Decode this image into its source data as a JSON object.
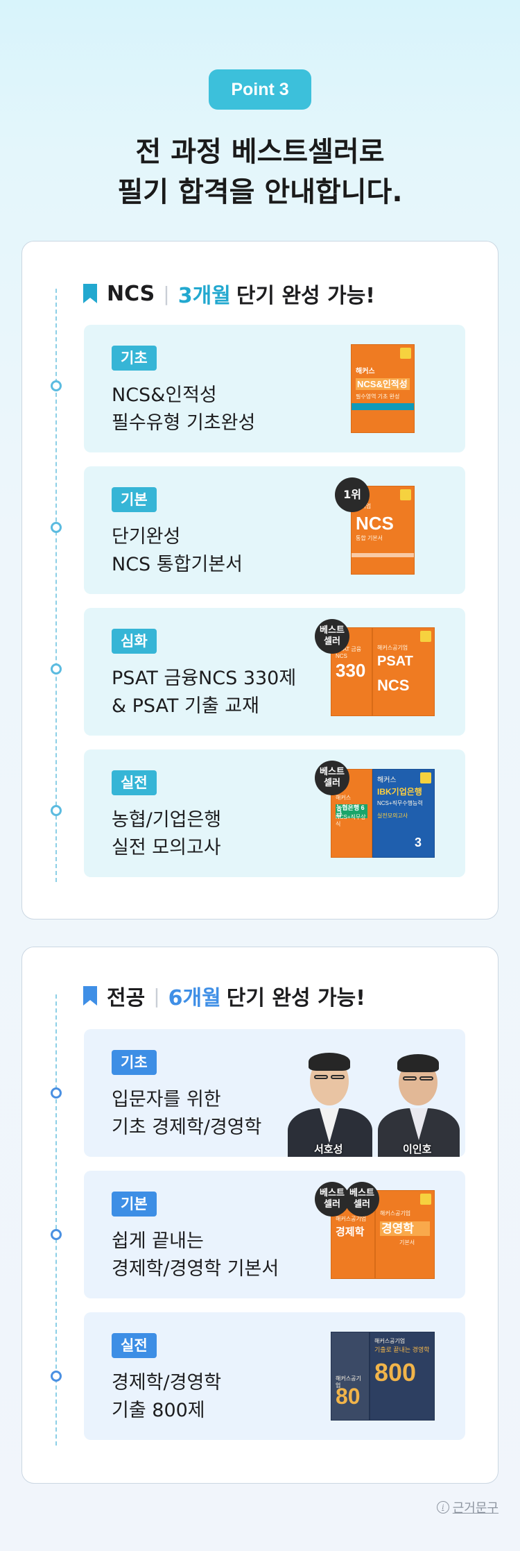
{
  "point_badge": "Point 3",
  "headline": [
    "전 과정 베스트셀러로",
    "필기 합격을 안내합니다."
  ],
  "colors": {
    "ncs_accent": "#22a8cf",
    "major_accent": "#3f8fe6",
    "badge": "#3cc0db",
    "book_orange": "#ef7b22"
  },
  "ncs_section": {
    "title_prefix": "NCS",
    "title_highlight": "3개월",
    "title_suffix": "단기 완성 가능!",
    "steps": [
      {
        "tag": "기초",
        "lines": [
          "NCS&인적성",
          "필수유형 기초완성"
        ]
      },
      {
        "tag": "기본",
        "lines": [
          "단기완성",
          "NCS 통합기본서"
        ],
        "badge": "1위"
      },
      {
        "tag": "심화",
        "lines": [
          "PSAT 금융NCS 330제",
          "& PSAT 기출 교재"
        ],
        "badge": [
          "베스트",
          "셀러"
        ]
      },
      {
        "tag": "실전",
        "lines": [
          "농협/기업은행",
          "실전 모의고사"
        ],
        "badge": [
          "베스트",
          "셀러"
        ]
      }
    ],
    "book_covers": {
      "ncs_basic": [
        "해커스",
        "NCS&인적성",
        "필수영역 기초 완성"
      ],
      "ncs_integrated": [
        "공기업",
        "NCS",
        "통합 기본서"
      ],
      "psat_330": [
        "PSAT 금융 NCS",
        "330"
      ],
      "psat_ncs": [
        "해커스공기업",
        "PSAT",
        "NCS"
      ],
      "nonghyup": [
        "해커스",
        "농협은행 6급",
        "NCS+직무상식"
      ],
      "ibk": [
        "해커스",
        "IBK기업은행",
        "NCS+직무수행능력",
        "실전모의고사",
        "3"
      ]
    }
  },
  "major_section": {
    "title_prefix": "전공",
    "title_highlight": "6개월",
    "title_suffix": "단기 완성 가능!",
    "steps": [
      {
        "tag": "기초",
        "lines": [
          "입문자를 위한",
          "기초 경제학/경영학"
        ],
        "instructors": [
          "서호성",
          "이인호"
        ]
      },
      {
        "tag": "기본",
        "lines": [
          "쉽게 끝내는",
          "경제학/경영학 기본서"
        ],
        "badges": [
          [
            "베스트",
            "셀러"
          ],
          [
            "베스트",
            "셀러"
          ]
        ]
      },
      {
        "tag": "실전",
        "lines": [
          "경제학/경영학",
          "기출 800제"
        ]
      }
    ],
    "book_covers": {
      "econ": [
        "해커스공기업",
        "경제학"
      ],
      "biz": [
        "해커스공기업",
        "경영학",
        "기본서"
      ],
      "econ80": [
        "해커스공기업",
        "80"
      ],
      "biz800": [
        "해커스공기업",
        "기출로 끝내는 경영학",
        "800"
      ]
    }
  },
  "footnote": "근거문구"
}
